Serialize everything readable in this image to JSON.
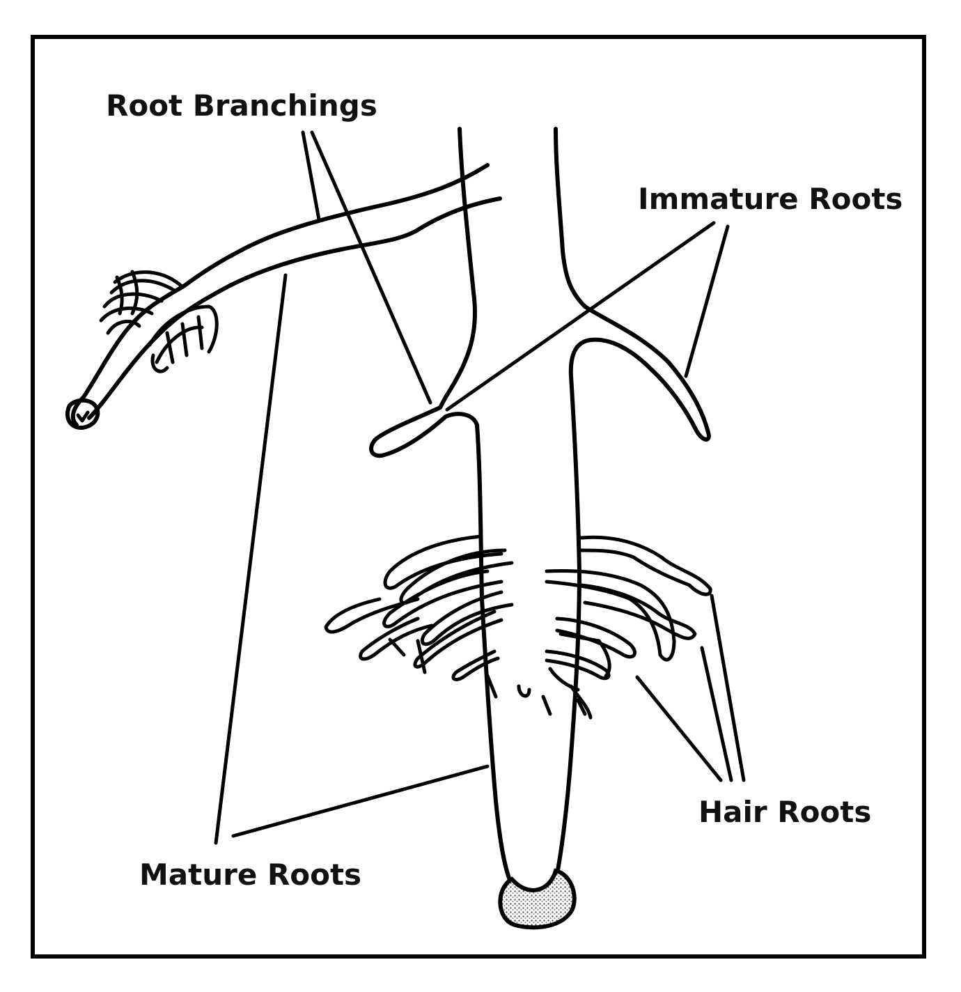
{
  "diagram": {
    "labels": {
      "root_branchings": "Root Branchings",
      "immature_roots": "Immature Roots",
      "hair_roots": "Hair Roots",
      "mature_roots": "Mature Roots"
    },
    "colors": {
      "ink": "#000000",
      "background": "#ffffff",
      "root_cap": "#bdbdbd"
    }
  }
}
